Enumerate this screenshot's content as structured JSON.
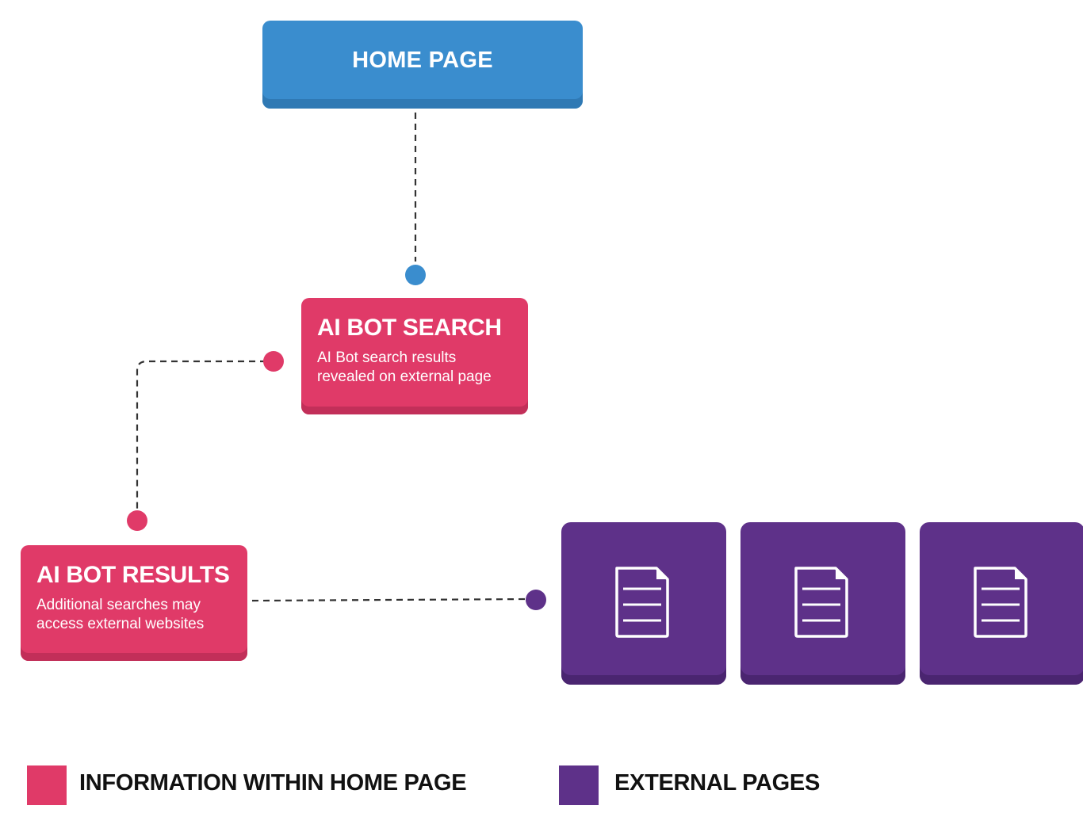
{
  "colors": {
    "home": "#3a8dce",
    "internal": "#e03a68",
    "external": "#5e3189"
  },
  "nodes": {
    "home_page": {
      "title": "HOME PAGE"
    },
    "ai_bot_search": {
      "title": "AI BOT SEARCH",
      "description": "AI Bot search results revealed on external page"
    },
    "ai_bot_results": {
      "title": "AI BOT RESULTS",
      "description": "Additional searches may access external websites"
    },
    "external_pages": [
      {
        "icon": "document-icon"
      },
      {
        "icon": "document-icon"
      },
      {
        "icon": "document-icon"
      }
    ]
  },
  "legend": [
    {
      "label": "INFORMATION WITHIN HOME PAGE",
      "color": "#e03a68"
    },
    {
      "label": "EXTERNAL PAGES",
      "color": "#5e3189"
    }
  ]
}
